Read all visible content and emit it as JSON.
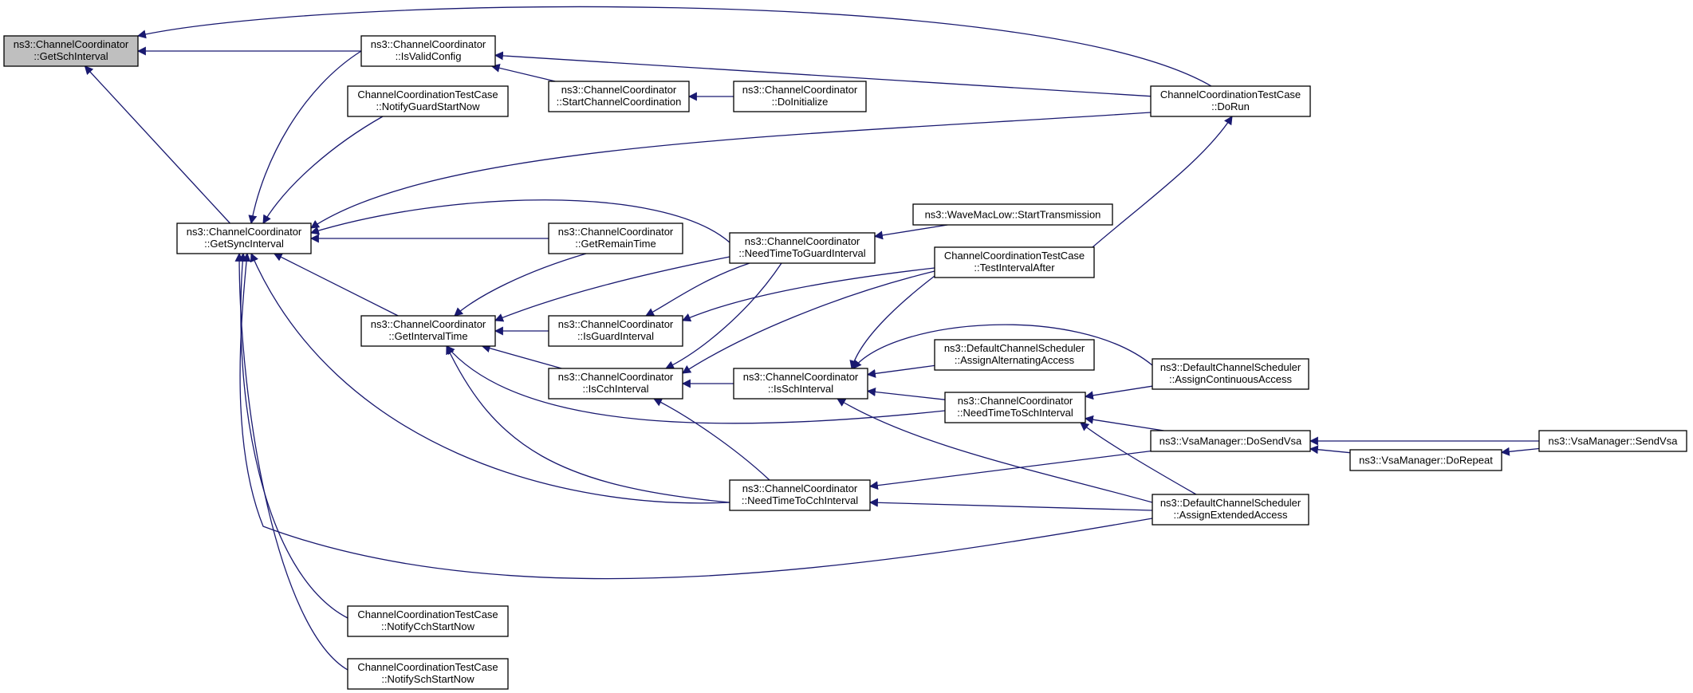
{
  "colors": {
    "edge": "#191970",
    "node_border": "#000000",
    "root_fill": "#bfbfbf",
    "node_fill": "#ffffff"
  },
  "nodes": [
    {
      "id": "getsch",
      "lines": [
        "ns3::ChannelCoordinator",
        "::GetSchInterval"
      ],
      "root": true
    },
    {
      "id": "isvalid",
      "lines": [
        "ns3::ChannelCoordinator",
        "::IsValidConfig"
      ]
    },
    {
      "id": "notguard",
      "lines": [
        "ChannelCoordinationTestCase",
        "::NotifyGuardStartNow"
      ]
    },
    {
      "id": "startcc",
      "lines": [
        "ns3::ChannelCoordinator",
        "::StartChannelCoordination"
      ]
    },
    {
      "id": "doinit",
      "lines": [
        "ns3::ChannelCoordinator",
        "::DoInitialize"
      ]
    },
    {
      "id": "dorun",
      "lines": [
        "ChannelCoordinationTestCase",
        "::DoRun"
      ]
    },
    {
      "id": "getsync",
      "lines": [
        "ns3::ChannelCoordinator",
        "::GetSyncInterval"
      ]
    },
    {
      "id": "getremain",
      "lines": [
        "ns3::ChannelCoordinator",
        "::GetRemainTime"
      ]
    },
    {
      "id": "needguard",
      "lines": [
        "ns3::ChannelCoordinator",
        "::NeedTimeToGuardInterval"
      ]
    },
    {
      "id": "startx",
      "lines": [
        "ns3::WaveMacLow::StartTransmission"
      ]
    },
    {
      "id": "testafter",
      "lines": [
        "ChannelCoordinationTestCase",
        "::TestIntervalAfter"
      ]
    },
    {
      "id": "getint",
      "lines": [
        "ns3::ChannelCoordinator",
        "::GetIntervalTime"
      ]
    },
    {
      "id": "isguard",
      "lines": [
        "ns3::ChannelCoordinator",
        "::IsGuardInterval"
      ]
    },
    {
      "id": "alt",
      "lines": [
        "ns3::DefaultChannelScheduler",
        "::AssignAlternatingAccess"
      ]
    },
    {
      "id": "iscch",
      "lines": [
        "ns3::ChannelCoordinator",
        "::IsCchInterval"
      ]
    },
    {
      "id": "issch",
      "lines": [
        "ns3::ChannelCoordinator",
        "::IsSchInterval"
      ]
    },
    {
      "id": "needsch",
      "lines": [
        "ns3::ChannelCoordinator",
        "::NeedTimeToSchInterval"
      ]
    },
    {
      "id": "cont",
      "lines": [
        "ns3::DefaultChannelScheduler",
        "::AssignContinuousAccess"
      ]
    },
    {
      "id": "dosend",
      "lines": [
        "ns3::VsaManager::DoSendVsa"
      ]
    },
    {
      "id": "sendvsa",
      "lines": [
        "ns3::VsaManager::SendVsa"
      ]
    },
    {
      "id": "dorepeat",
      "lines": [
        "ns3::VsaManager::DoRepeat"
      ]
    },
    {
      "id": "needcch",
      "lines": [
        "ns3::ChannelCoordinator",
        "::NeedTimeToCchInterval"
      ]
    },
    {
      "id": "ext",
      "lines": [
        "ns3::DefaultChannelScheduler",
        "::AssignExtendedAccess"
      ]
    },
    {
      "id": "notcch",
      "lines": [
        "ChannelCoordinationTestCase",
        "::NotifyCchStartNow"
      ]
    },
    {
      "id": "notsch",
      "lines": [
        "ChannelCoordinationTestCase",
        "::NotifySchStartNow"
      ]
    }
  ],
  "edges": [
    {
      "from": "isvalid",
      "to": "getsch"
    },
    {
      "from": "dorun",
      "to": "getsch"
    },
    {
      "from": "getsync",
      "to": "getsch"
    },
    {
      "from": "startcc",
      "to": "isvalid"
    },
    {
      "from": "dorun",
      "to": "isvalid"
    },
    {
      "from": "doinit",
      "to": "startcc"
    },
    {
      "from": "isvalid",
      "to": "getsync"
    },
    {
      "from": "notguard",
      "to": "getsync"
    },
    {
      "from": "dorun",
      "to": "getsync"
    },
    {
      "from": "needguard",
      "to": "getsync"
    },
    {
      "from": "getremain",
      "to": "getsync"
    },
    {
      "from": "getint",
      "to": "getsync"
    },
    {
      "from": "needcch",
      "to": "getsync"
    },
    {
      "from": "ext",
      "to": "getsync"
    },
    {
      "from": "notcch",
      "to": "getsync"
    },
    {
      "from": "notsch",
      "to": "getsync"
    },
    {
      "from": "getremain",
      "to": "getint"
    },
    {
      "from": "needguard",
      "to": "getint"
    },
    {
      "from": "isguard",
      "to": "getint"
    },
    {
      "from": "iscch",
      "to": "getint"
    },
    {
      "from": "needsch",
      "to": "getint"
    },
    {
      "from": "needcch",
      "to": "getint"
    },
    {
      "from": "needguard",
      "to": "isguard"
    },
    {
      "from": "testafter",
      "to": "isguard"
    },
    {
      "from": "needguard",
      "to": "iscch"
    },
    {
      "from": "testafter",
      "to": "iscch"
    },
    {
      "from": "issch",
      "to": "iscch"
    },
    {
      "from": "needcch",
      "to": "iscch"
    },
    {
      "from": "testafter",
      "to": "issch"
    },
    {
      "from": "cont",
      "to": "issch"
    },
    {
      "from": "alt",
      "to": "issch"
    },
    {
      "from": "needsch",
      "to": "issch"
    },
    {
      "from": "ext",
      "to": "issch"
    },
    {
      "from": "startx",
      "to": "needguard"
    },
    {
      "from": "testafter",
      "to": "dorun"
    },
    {
      "from": "cont",
      "to": "needsch"
    },
    {
      "from": "dosend",
      "to": "needsch"
    },
    {
      "from": "ext",
      "to": "needsch"
    },
    {
      "from": "dosend",
      "to": "needcch"
    },
    {
      "from": "ext",
      "to": "needcch"
    },
    {
      "from": "sendvsa",
      "to": "dosend"
    },
    {
      "from": "dorepeat",
      "to": "dosend"
    },
    {
      "from": "sendvsa",
      "to": "dorepeat"
    }
  ]
}
